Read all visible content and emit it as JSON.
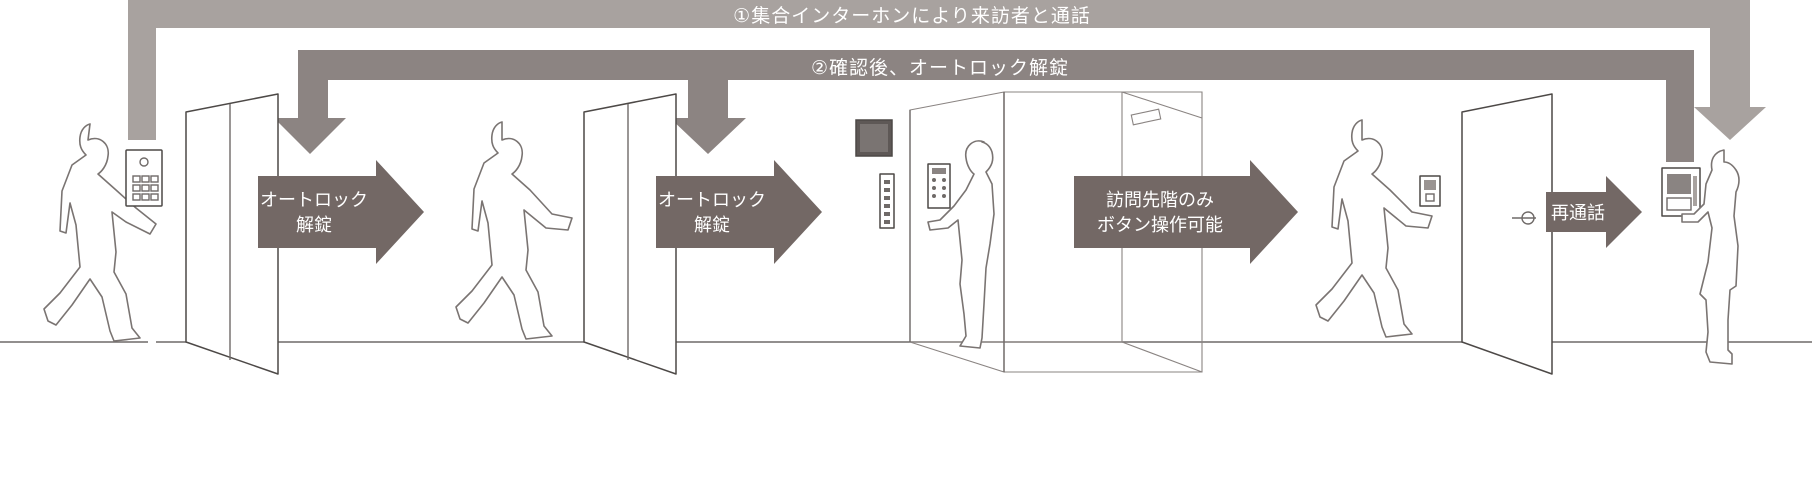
{
  "colors": {
    "flow_light": "#a8a29f",
    "flow_dark": "#8c8482",
    "step_arrow": "#736865",
    "ground": "#555050"
  },
  "flows": {
    "intercom_call": "①集合インターホンにより来訪者と通話",
    "unlock": "②確認後、オートロック解錠"
  },
  "steps": [
    {
      "line1": "オートロック",
      "line2": "解錠"
    },
    {
      "line1": "オートロック",
      "line2": "解錠"
    },
    {
      "line1": "訪問先階のみ",
      "line2": "ボタン操作可能"
    },
    {
      "line1": "再通話",
      "line2": ""
    }
  ],
  "icons": {
    "visitor": "person-silhouette-icon",
    "resident": "woman-silhouette-icon",
    "panel": "intercom-panel-icon",
    "door": "door-icon",
    "elevator": "elevator-icon"
  }
}
